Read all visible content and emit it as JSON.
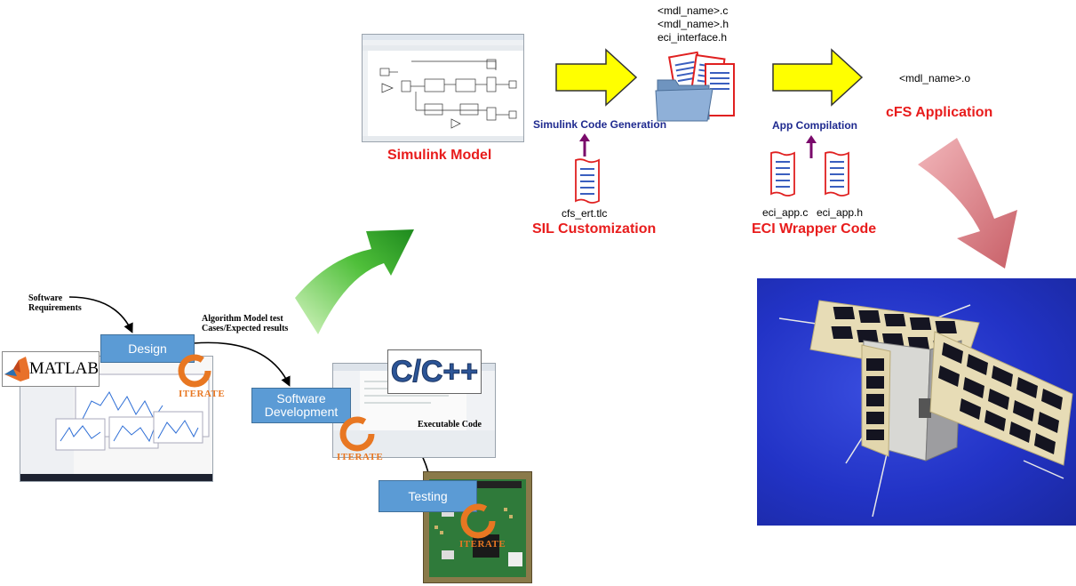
{
  "simulink": {
    "title": "Simulink Model",
    "codegen_label": "Simulink Code Generation",
    "generated_files": [
      "<mdl_name>.c",
      "<mdl_name>.h",
      "eci_interface.h"
    ]
  },
  "sil": {
    "title": "SIL Customization",
    "file": "cfs_ert.tlc"
  },
  "app": {
    "compilation_label": "App Compilation",
    "output_file": "<mdl_name>.o",
    "title": "cFS Application"
  },
  "eci": {
    "title": "ECI Wrapper Code",
    "files": [
      "eci_app.c",
      "eci_app.h"
    ]
  },
  "workflow": {
    "software_requirements": "Software Requirements",
    "algorithm_note": "Algorithm  Model test Cases/Expected results",
    "executable_code": "Executable Code",
    "matlab_logo": "MATLAB",
    "cpp_logo": "C/C++",
    "iterate_label": "ITERATE",
    "stages": [
      "Design",
      "Software Development",
      "Testing"
    ]
  },
  "colors": {
    "red_label": "#e81c1c",
    "blue_label": "#1f2a8f",
    "arrow_yellow": "#ffff00",
    "arrow_green": "#3aa53a",
    "arrow_pink": "#d4737a",
    "stage_blue": "#5b9bd5",
    "iterate_orange": "#e87722",
    "satellite_bg": "#2233c6"
  }
}
